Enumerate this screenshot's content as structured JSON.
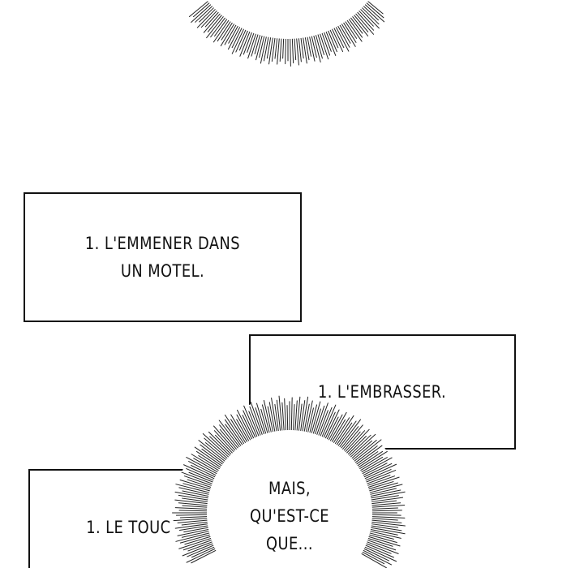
{
  "panels": {
    "caption_1": [
      "1. L'EMMENER DANS",
      "UN MOTEL."
    ],
    "caption_2": "1. L'EMBRASSER.",
    "caption_3": "1. LE TOUC",
    "burst_speech": [
      "MAIS,",
      "QU'EST-CE",
      "QUE..."
    ]
  }
}
